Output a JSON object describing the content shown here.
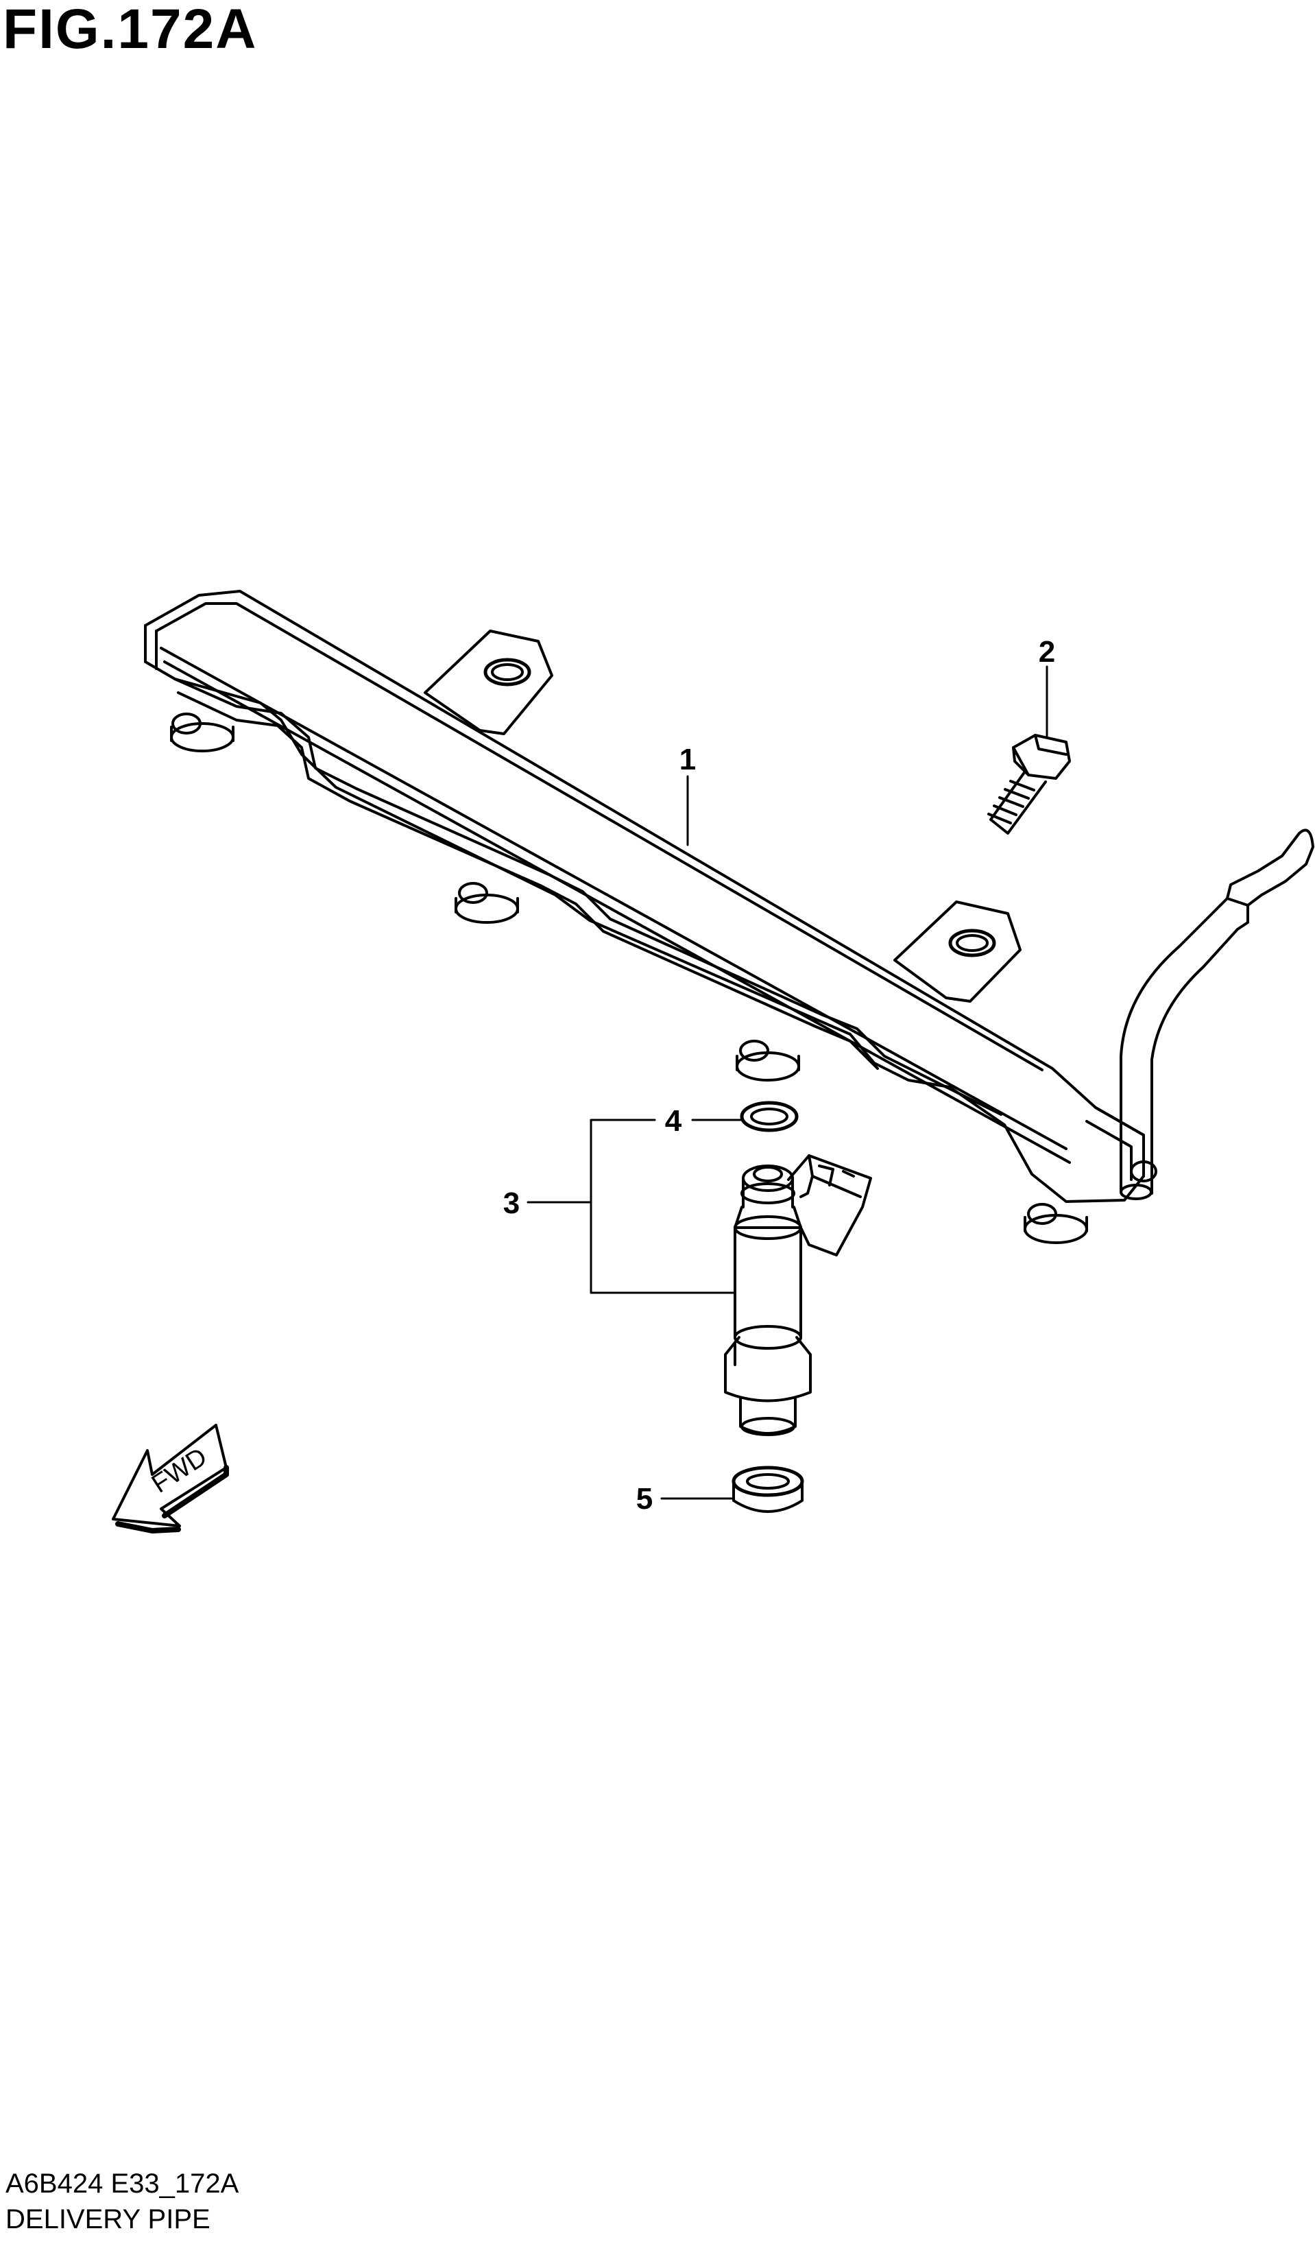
{
  "figure": {
    "title": "FIG.172A"
  },
  "footer": {
    "code": "A6B424 E33_172A",
    "name": "DELIVERY PIPE"
  },
  "callouts": [
    {
      "number": "1",
      "part": "delivery-pipe"
    },
    {
      "number": "2",
      "part": "bolt"
    },
    {
      "number": "3",
      "part": "injector-assembly"
    },
    {
      "number": "4",
      "part": "o-ring"
    },
    {
      "number": "5",
      "part": "cushion"
    }
  ],
  "direction_arrow": {
    "label": "FWD"
  }
}
